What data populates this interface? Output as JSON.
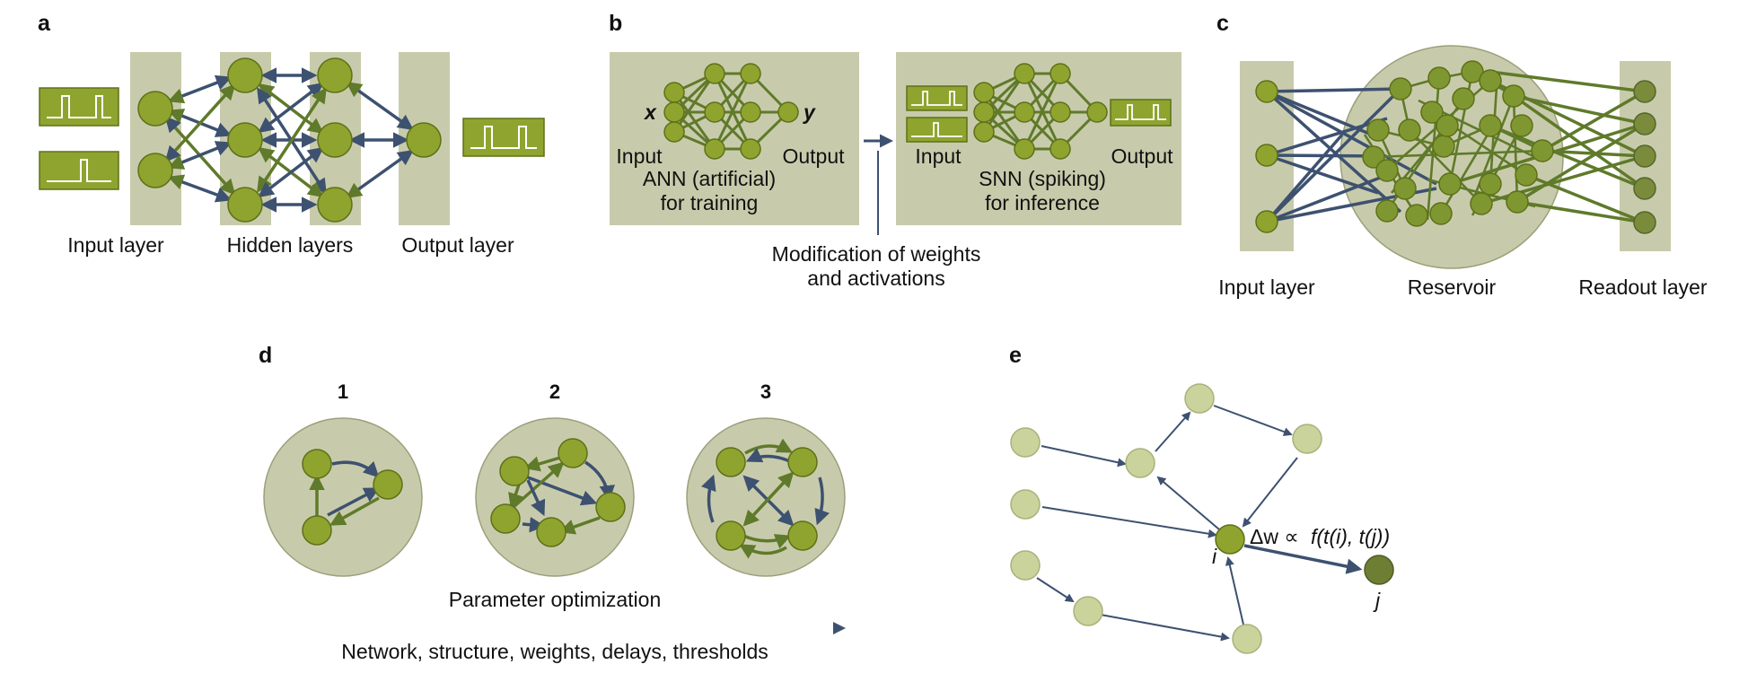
{
  "panels": {
    "a": {
      "letter": "a",
      "input_label": "Input layer",
      "hidden_label": "Hidden layers",
      "output_label": "Output layer"
    },
    "b": {
      "letter": "b",
      "x_symbol": "x",
      "y_symbol": "y",
      "ann_input": "Input",
      "ann_output": "Output",
      "ann_title_1": "ANN (artificial)",
      "ann_title_2": "for training",
      "snn_input": "Input",
      "snn_output": "Output",
      "snn_title_1": "SNN (spiking)",
      "snn_title_2": "for inference",
      "mod_1": "Modification of weights",
      "mod_2": "and activations"
    },
    "c": {
      "letter": "c",
      "input_label": "Input layer",
      "reservoir_label": "Reservoir",
      "readout_label": "Readout layer"
    },
    "d": {
      "letter": "d",
      "step1": "1",
      "step2": "2",
      "step3": "3",
      "param_label": "Parameter optimization",
      "bottom_label": "Network, structure, weights, delays, thresholds"
    },
    "e": {
      "letter": "e",
      "node_i": "i",
      "node_j": "j",
      "delta_w": "Δw ∝",
      "rule": "f(t(i), t(j))"
    }
  },
  "colors": {
    "panel_bg": "#c8cbab",
    "node_green": "#8ea42e",
    "node_stroke": "#5e7019",
    "node_dark": "#6e7f34",
    "node_light": "#c9d39b",
    "edge_blue": "#3d5170",
    "edge_green": "#5f7a2a",
    "pulse_box": "#8ea42e"
  }
}
